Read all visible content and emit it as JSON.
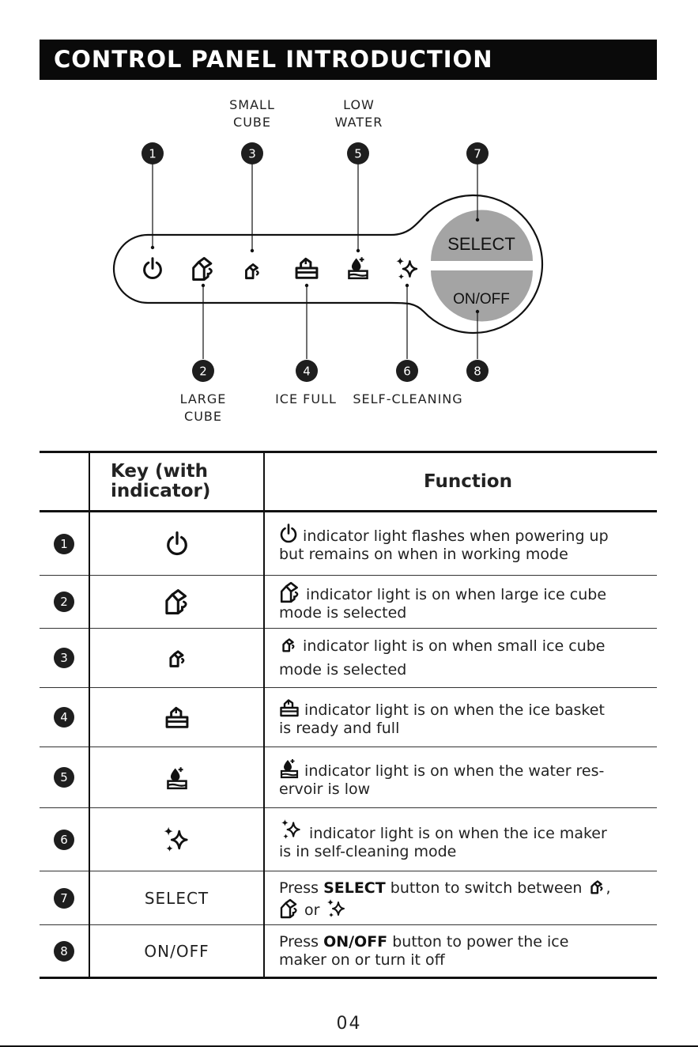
{
  "header": {
    "title": "CONTROL PANEL INTRODUCTION"
  },
  "diagram": {
    "labels": {
      "small_cube": [
        "SMALL",
        "CUBE"
      ],
      "low_water": [
        "LOW",
        "WATER"
      ],
      "large_cube": [
        "LARGE",
        "CUBE"
      ],
      "ice_full": "ICE FULL",
      "self_cleaning": "SELF-CLEANING"
    },
    "numbers": [
      "1",
      "2",
      "3",
      "4",
      "5",
      "6",
      "7",
      "8"
    ],
    "select_label": "SELECT",
    "onoff_label": "ON/OFF"
  },
  "table": {
    "header_key_line1": "Key (with",
    "header_key_line2": "indicator)",
    "header_function": "Function",
    "rows": [
      {
        "num": "1",
        "icon": "power-icon",
        "func": [
          "indicator light flashes when powering up",
          "but remains on when in working mode"
        ]
      },
      {
        "num": "2",
        "icon": "large-cube-icon",
        "func": [
          "indicator light is on when large ice cube",
          "mode is selected"
        ]
      },
      {
        "num": "3",
        "icon": "small-cube-icon",
        "func": [
          "indicator light is on when small ice cube",
          "mode is selected"
        ]
      },
      {
        "num": "4",
        "icon": "ice-full-icon",
        "func": [
          "indicator light is on when the ice basket",
          "is ready and full"
        ]
      },
      {
        "num": "5",
        "icon": "low-water-icon",
        "func": [
          "indicator light is on when the water res-",
          "ervoir is low"
        ]
      },
      {
        "num": "6",
        "icon": "self-cleaning-icon",
        "func": [
          "indicator light is on when the ice maker",
          "is in self-cleaning mode"
        ]
      },
      {
        "num": "7",
        "key": "SELECT",
        "func": {
          "prefix": "Press",
          "bold": "SELECT",
          "suffix": "button to switch between",
          "or": "or"
        }
      },
      {
        "num": "8",
        "key": "ON/OFF",
        "func": {
          "prefix": "Press",
          "bold": "ON/OFF",
          "suffix": "button to power the ice",
          "line2": "maker on or turn it off"
        }
      }
    ]
  },
  "footer": {
    "page_number": "04"
  }
}
